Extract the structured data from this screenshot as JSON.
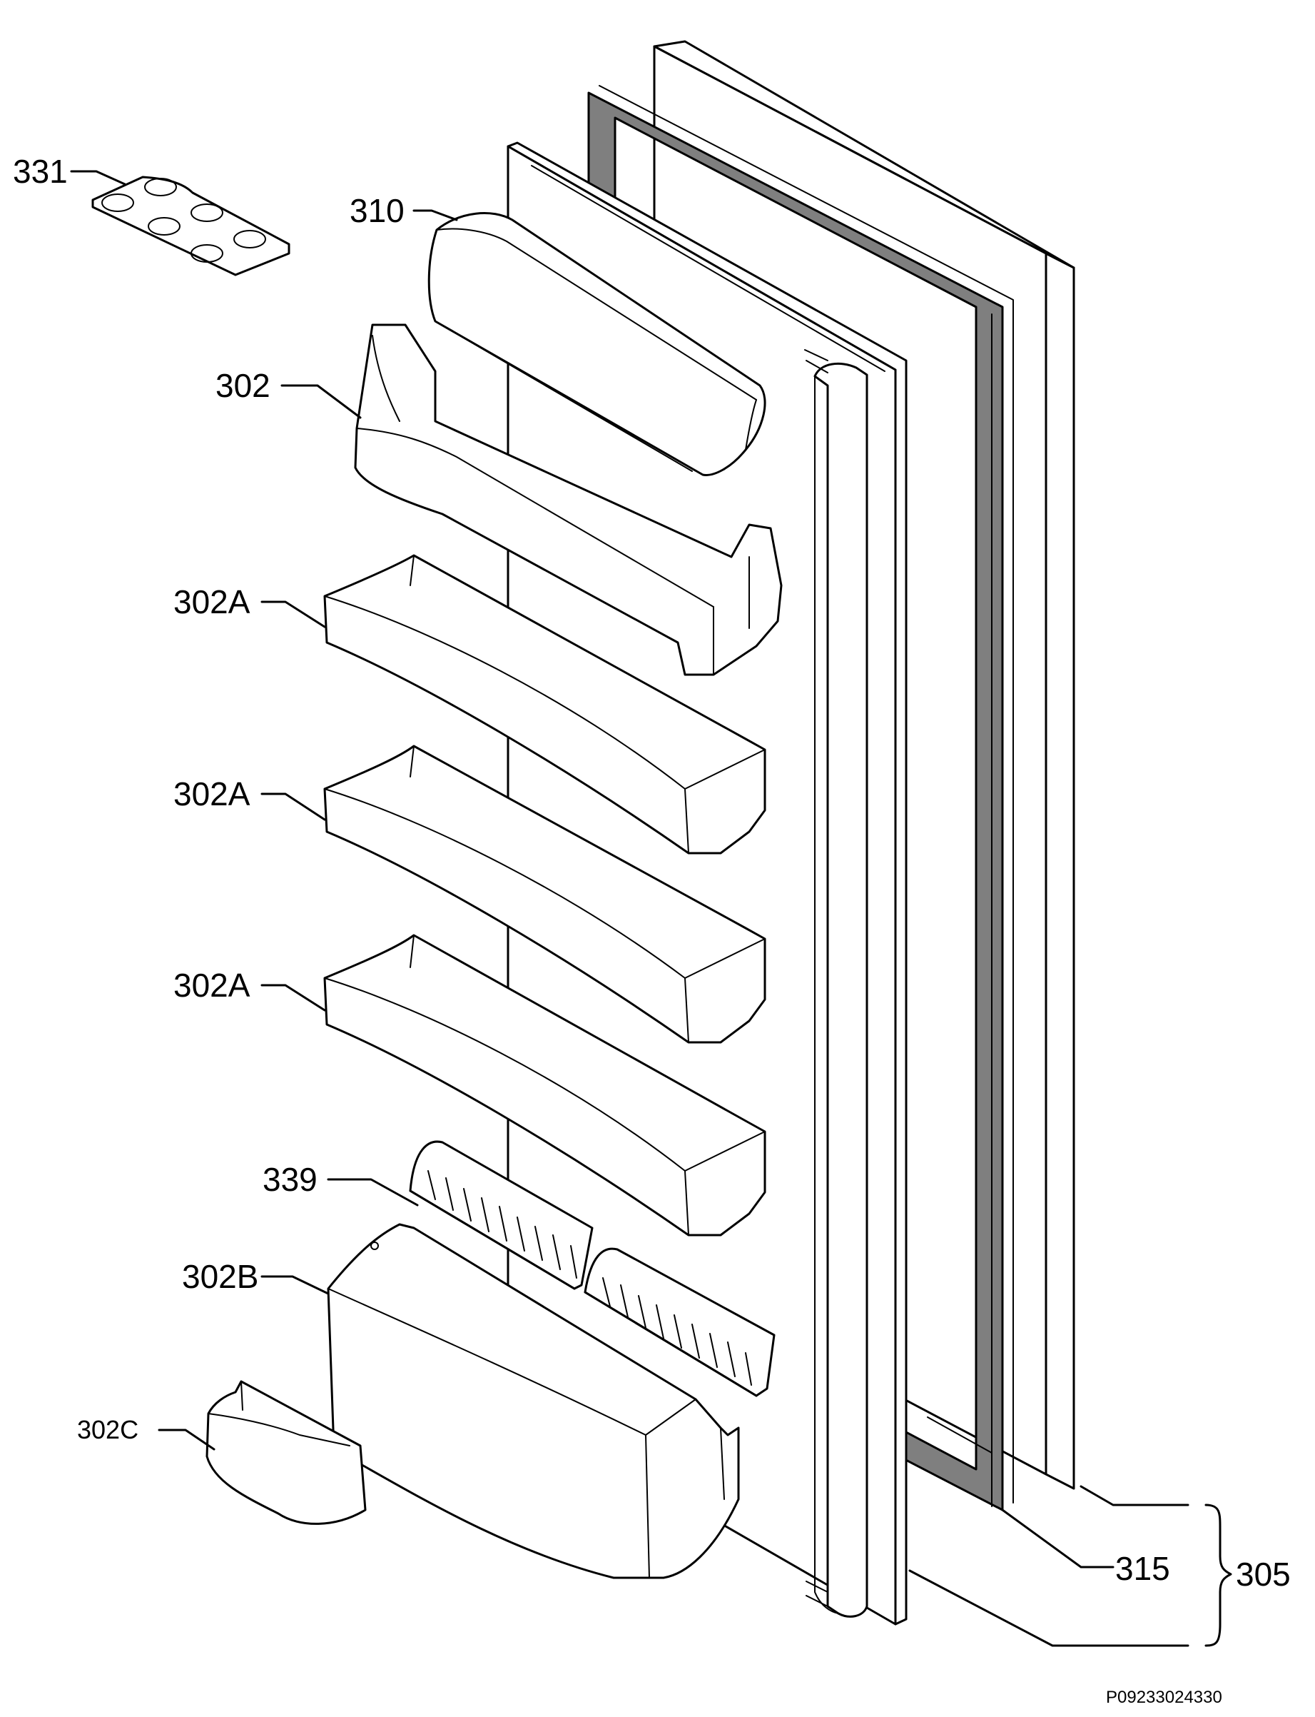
{
  "diagram": {
    "labels": {
      "egg_tray": "331",
      "dairy_cover": "310",
      "top_shelf": "302",
      "door_shelf_1": "302A",
      "door_shelf_2": "302A",
      "door_shelf_3": "302A",
      "bottle_retainer": "339",
      "bottle_shelf": "302B",
      "small_box": "302C",
      "door_gasket": "315",
      "door_assembly": "305"
    },
    "reference_code": "P09233024330"
  }
}
